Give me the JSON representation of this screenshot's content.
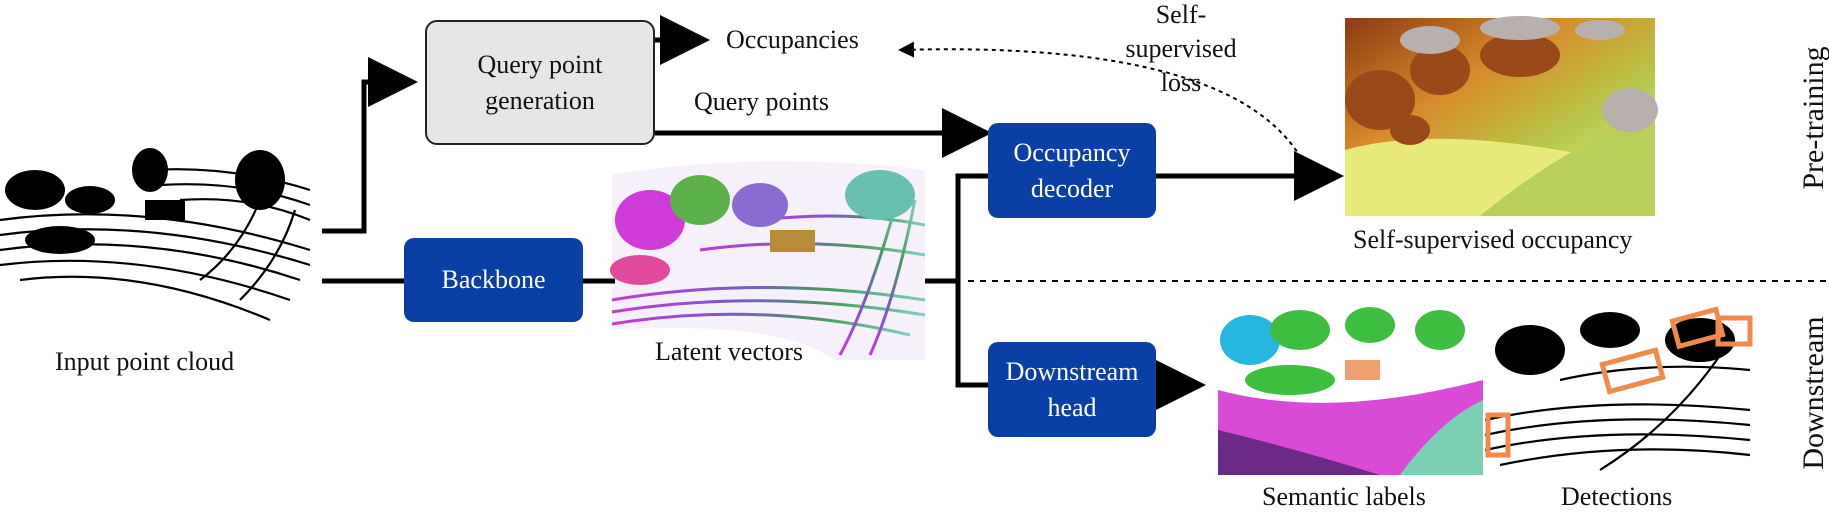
{
  "boxes": {
    "query_point_generation": "Query point generation",
    "backbone": "Backbone",
    "occupancy_decoder": "Occupancy decoder",
    "downstream_head": "Downstream head"
  },
  "labels": {
    "input_point_cloud": "Input point cloud",
    "latent_vectors": "Latent vectors",
    "occupancies": "Occupancies",
    "query_points": "Query points",
    "self_supervised_loss": "Self-supervised loss",
    "self_supervised_occupancy": "Self-supervised occupancy",
    "semantic_labels": "Semantic labels",
    "detections": "Detections"
  },
  "sections": {
    "pre_training": "Pre-training",
    "downstream": "Downstream"
  },
  "colors": {
    "block_blue": "#0a3fa6",
    "query_box_fill": "#e6e6e6",
    "detection_box": "#f08a4b",
    "occupancy_low": "#e8ea7a",
    "occupancy_high": "#b0521c"
  }
}
